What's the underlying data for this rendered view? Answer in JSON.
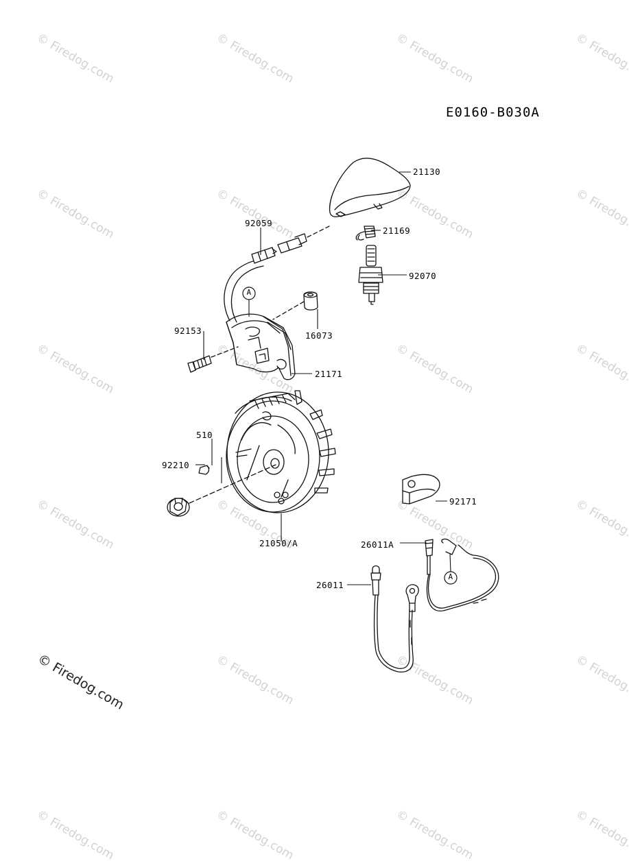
{
  "diagram_code": "E0160-B030A",
  "watermark_text": "© Firedog.com",
  "callout_letter": "A",
  "parts": {
    "p21130": "21130",
    "p92059": "92059",
    "p21169": "21169",
    "p92070": "92070",
    "p16073": "16073",
    "p92153": "92153",
    "p21171": "21171",
    "p510": "510",
    "p92210": "92210",
    "p21050a": "21050/A",
    "p92171": "92171",
    "p26011a": "26011A",
    "p26011": "26011"
  }
}
